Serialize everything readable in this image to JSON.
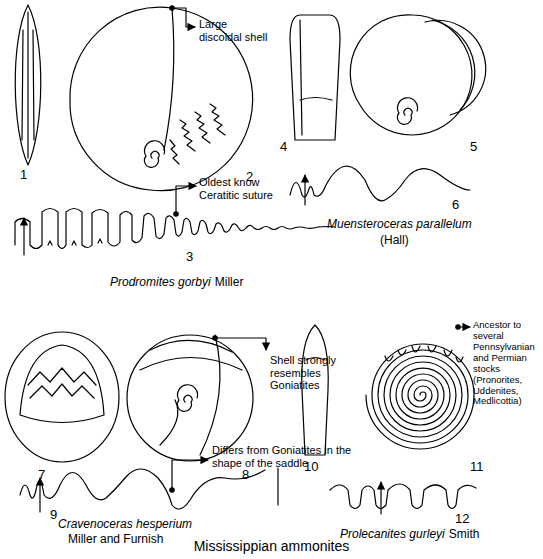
{
  "diagram": {
    "caption": "Mississippian ammonites",
    "labels": [
      "1",
      "2",
      "Large discoidal shell",
      "Oldest know Ceratitic suture",
      "3",
      "Prodromites gorbyi",
      "Miller",
      "4",
      "5",
      "6",
      "Muensteroceras parallelum",
      "(Hall)",
      "7",
      "8",
      "Shell strongly resembles Goniatites",
      "9",
      "Differs from Goniatites in the shape of the saddle",
      "Cravenoceras hesperium",
      "Miller and Furnish",
      "10",
      "11",
      "Ancestor to several Pennsylvanian and Permian stocks (Pronorites, Uddenites, Medlicottia)",
      "12",
      "Prolecanites gurleyi",
      "Smith"
    ]
  }
}
